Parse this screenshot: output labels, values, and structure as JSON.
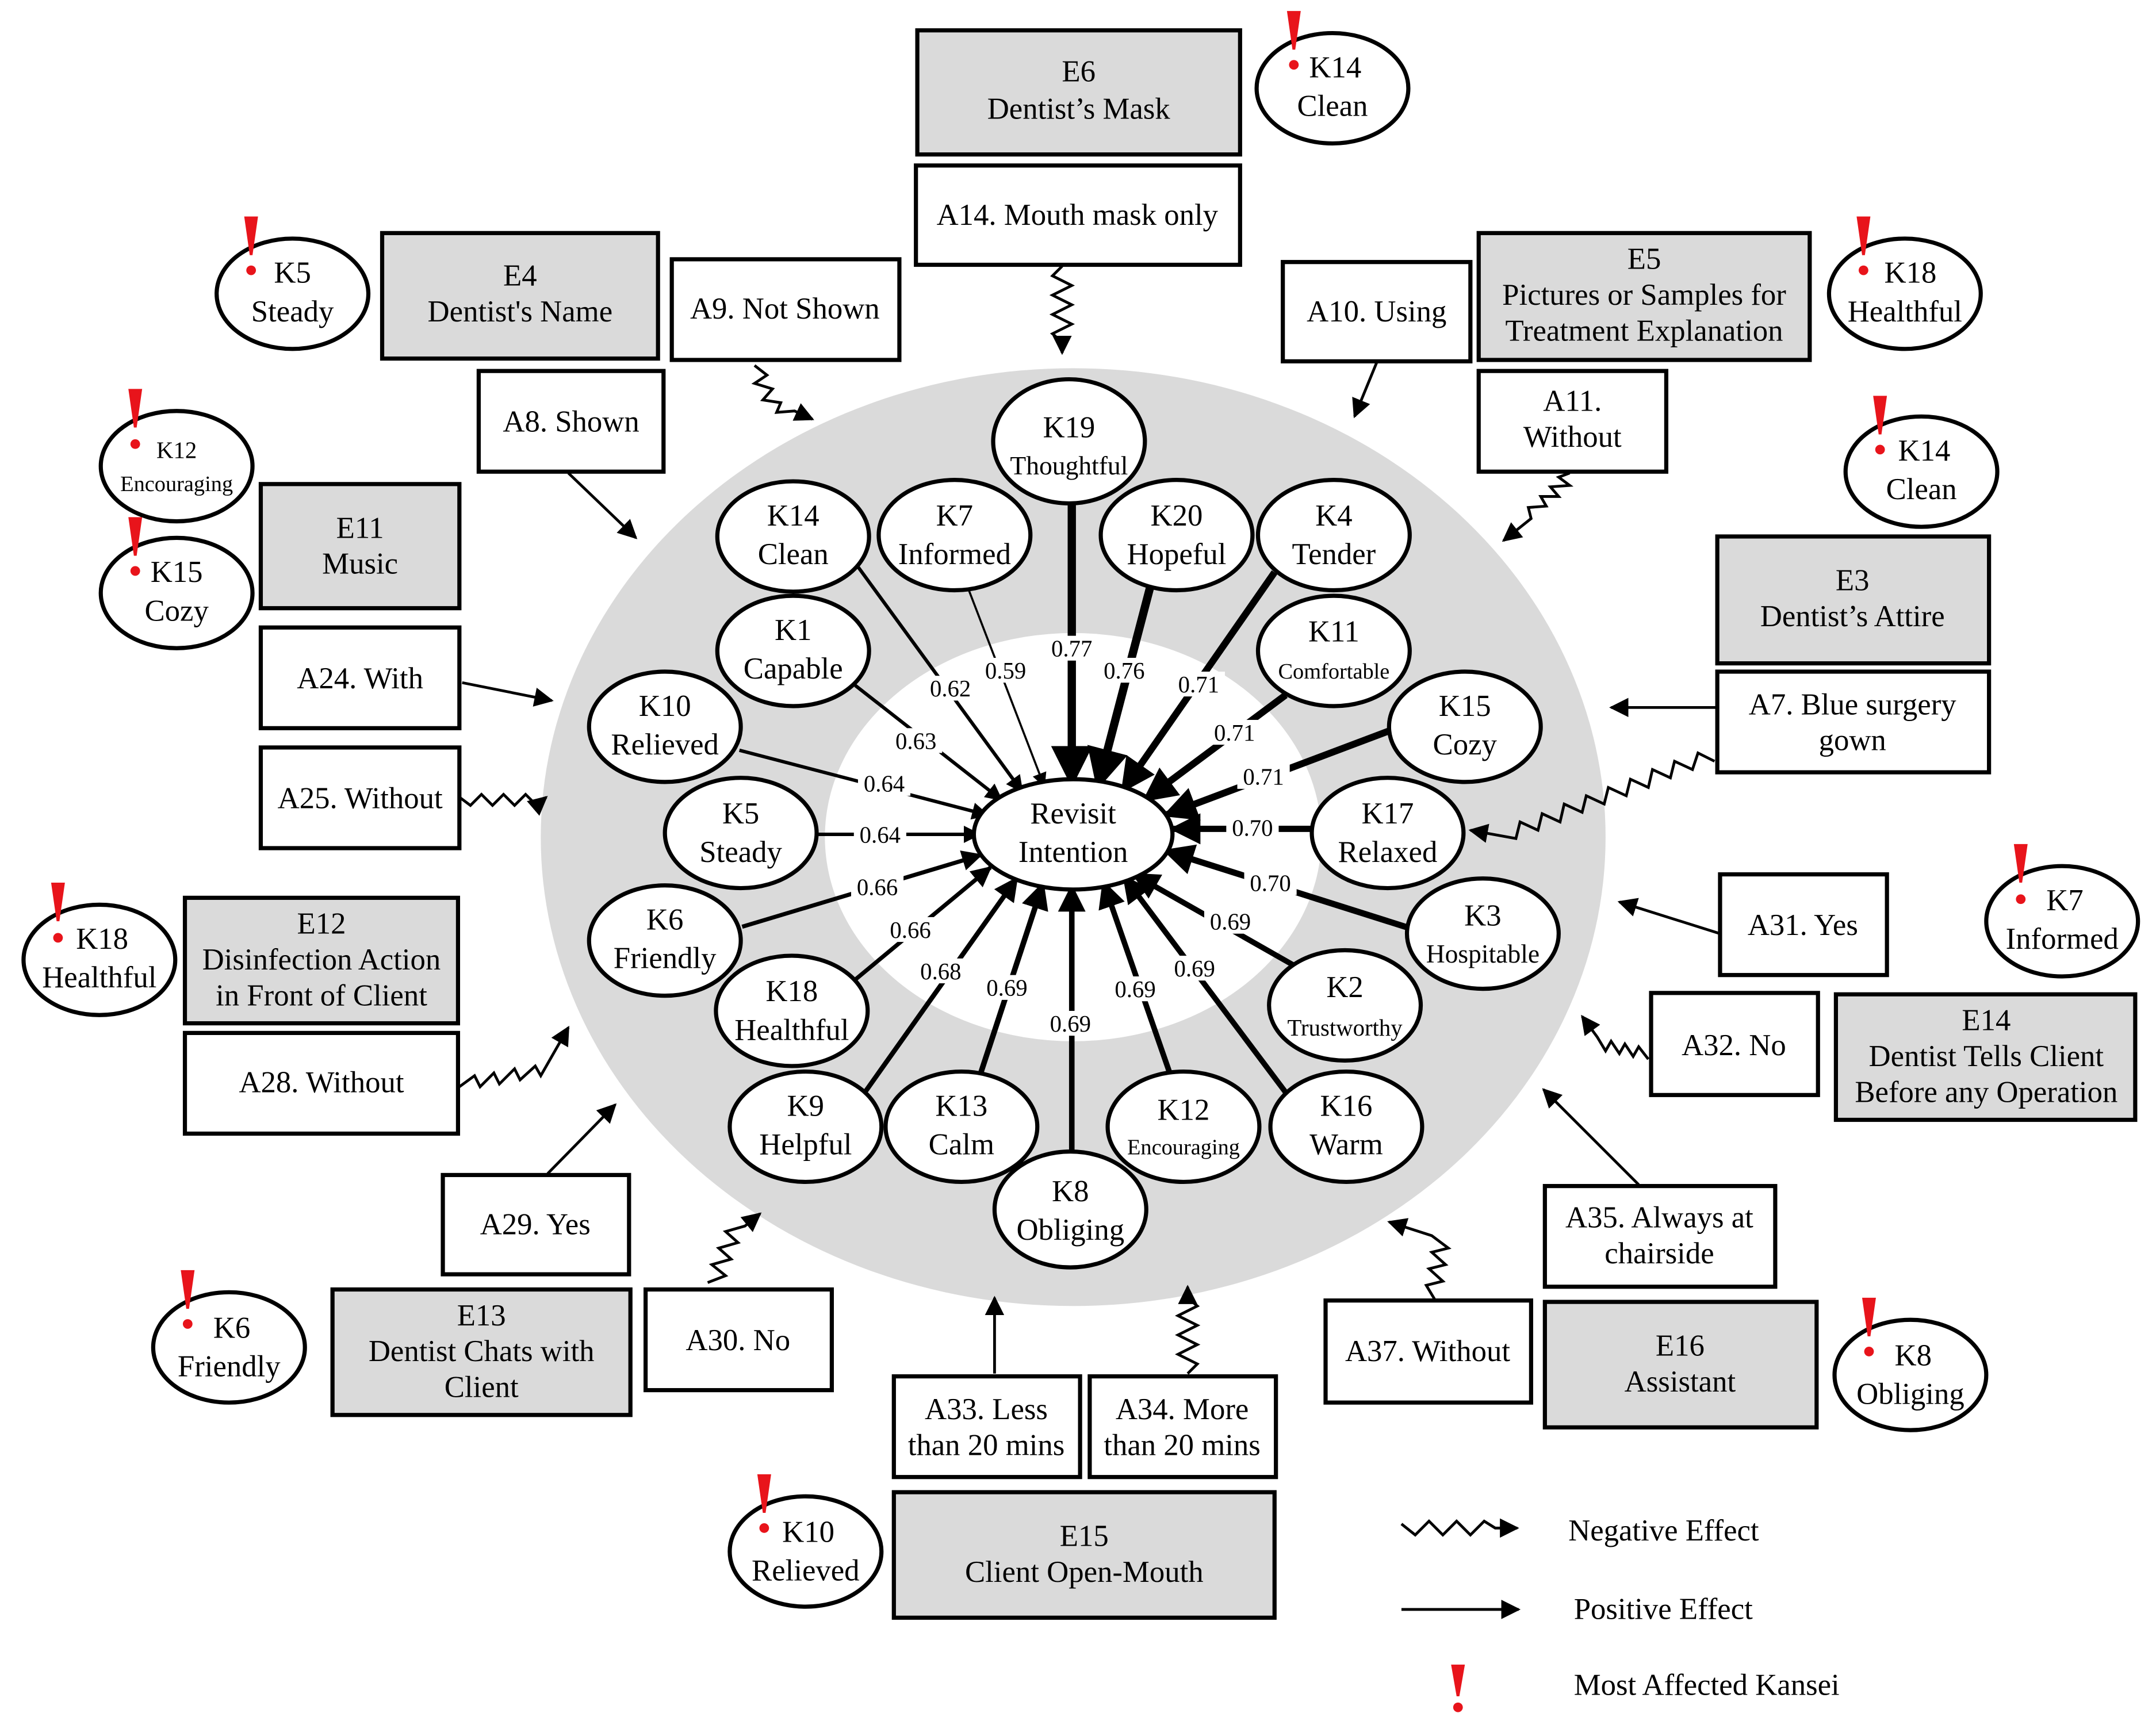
{
  "center": {
    "line1": "Revisit",
    "line2": "Intention"
  },
  "kansei": {
    "k19": {
      "code": "K19",
      "name": "Thoughtful",
      "coef": "0.77"
    },
    "k20": {
      "code": "K20",
      "name": "Hopeful",
      "coef": "0.76"
    },
    "k7": {
      "code": "K7",
      "name": "Informed",
      "coef": "0.59"
    },
    "k14": {
      "code": "K14",
      "name": "Clean",
      "coef": "0.62"
    },
    "k4": {
      "code": "K4",
      "name": "Tender",
      "coef": "0.71"
    },
    "k11": {
      "code": "K11",
      "name": "Comfortable",
      "coef": "0.71"
    },
    "k1": {
      "code": "K1",
      "name": "Capable",
      "coef": "0.63"
    },
    "k10": {
      "code": "K10",
      "name": "Relieved",
      "coef": "0.64"
    },
    "k15": {
      "code": "K15",
      "name": "Cozy",
      "coef": "0.71"
    },
    "k5": {
      "code": "K5",
      "name": "Steady",
      "coef": "0.64"
    },
    "k17": {
      "code": "K17",
      "name": "Relaxed",
      "coef": "0.70"
    },
    "k6": {
      "code": "K6",
      "name": "Friendly",
      "coef": "0.66"
    },
    "k3": {
      "code": "K3",
      "name": "Hospitable",
      "coef": "0.70"
    },
    "k18": {
      "code": "K18",
      "name": "Healthful",
      "coef": "0.66"
    },
    "k2": {
      "code": "K2",
      "name": "Trustworthy",
      "coef": "0.69"
    },
    "k9": {
      "code": "K9",
      "name": "Helpful",
      "coef": "0.68"
    },
    "k13": {
      "code": "K13",
      "name": "Calm",
      "coef": "0.69"
    },
    "k8": {
      "code": "K8",
      "name": "Obliging",
      "coef": "0.69"
    },
    "k12": {
      "code": "K12",
      "name": "Encouraging",
      "coef": "0.69"
    },
    "k16": {
      "code": "K16",
      "name": "Warm",
      "coef": "0.69"
    }
  },
  "elements": {
    "e6": {
      "code": "E6",
      "name": "Dentist’s Mask"
    },
    "e4": {
      "code": "E4",
      "name": "Dentist's Name"
    },
    "e5": {
      "code": "E5",
      "line1": "Pictures or Samples for",
      "line2": "Treatment Explanation"
    },
    "e11": {
      "code": "E11",
      "name": "Music"
    },
    "e3": {
      "code": "E3",
      "name": "Dentist’s Attire"
    },
    "e12": {
      "code": "E12",
      "line1": "Disinfection Action",
      "line2": "in Front of Client"
    },
    "e14": {
      "code": "E14",
      "line1": "Dentist Tells Client",
      "line2": "Before any Operation"
    },
    "e13": {
      "code": "E13",
      "line1": "Dentist Chats with",
      "line2": "Client"
    },
    "e16": {
      "code": "E16",
      "name": "Assistant"
    },
    "e15": {
      "code": "E15",
      "name": "Client Open-Mouth"
    }
  },
  "attributes": {
    "a14": "A14. Mouth mask only",
    "a9": "A9. Not Shown",
    "a8": "A8. Shown",
    "a10": "A10. Using",
    "a11": {
      "line1": "A11.",
      "line2": "Without"
    },
    "a24": "A24. With",
    "a25": "A25. Without",
    "a7": {
      "line1": "A7. Blue surgery",
      "line2": "gown"
    },
    "a31": "A31. Yes",
    "a32": "A32. No",
    "a28": "A28. Without",
    "a29": "A29. Yes",
    "a30": "A30. No",
    "a35": {
      "line1": "A35. Always at",
      "line2": "chairside"
    },
    "a37": "A37. Without",
    "a33": {
      "line1": "A33. Less",
      "line2": "than 20 mins"
    },
    "a34": {
      "line1": "A34. More",
      "line2": "than 20 mins"
    }
  },
  "affected": {
    "e6": {
      "code": "K14",
      "name": "Clean"
    },
    "e4": {
      "code": "K5",
      "name": "Steady"
    },
    "e5": {
      "code": "K18",
      "name": "Healthful"
    },
    "e11a": {
      "code": "K12",
      "name": "Encouraging"
    },
    "e11b": {
      "code": "K15",
      "name": "Cozy"
    },
    "e3": {
      "code": "K14",
      "name": "Clean"
    },
    "e12": {
      "code": "K18",
      "name": "Healthful"
    },
    "e14": {
      "code": "K7",
      "name": "Informed"
    },
    "e13": {
      "code": "K6",
      "name": "Friendly"
    },
    "e16": {
      "code": "K8",
      "name": "Obliging"
    },
    "e15": {
      "code": "K10",
      "name": "Relieved"
    }
  },
  "legend": {
    "negative": "Negative Effect",
    "positive": "Positive Effect",
    "most": "Most Affected Kansei"
  },
  "colors": {
    "ring": "#dadada",
    "element_box": "#dadada",
    "exclamation": "#e8141b"
  }
}
